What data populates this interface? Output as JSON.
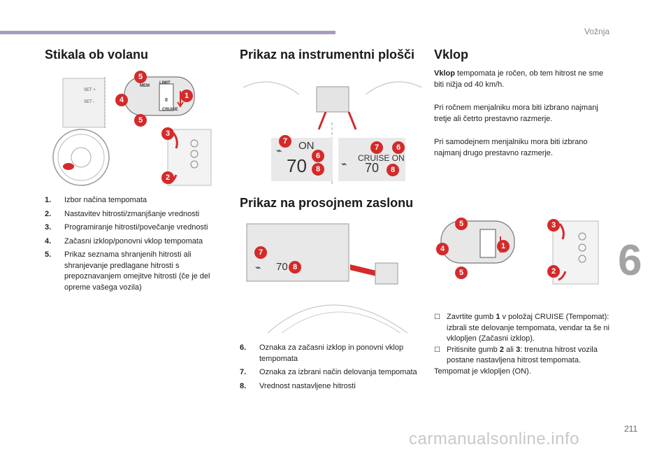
{
  "header": {
    "section": "Vožnja"
  },
  "chapter": "6",
  "page_number": "211",
  "watermark": "carmanualsonline.info",
  "left": {
    "heading": "Stikala ob volanu",
    "items": [
      {
        "num": "1.",
        "text": "Izbor načina tempomata"
      },
      {
        "num": "2.",
        "text": "Nastavitev hitrosti/zmanjšanje vrednosti"
      },
      {
        "num": "3.",
        "text": "Programiranje hitrosti/povečanje vrednosti"
      },
      {
        "num": "4.",
        "text": "Začasni izklop/ponovni vklop tempomata"
      },
      {
        "num": "5.",
        "text": "Prikaz seznama shranjenih hitrosti ali shranjevanje predlagane hitrosti s prepoznavanjem omejitve hitrosti (če je del opreme vašega vozila)"
      }
    ],
    "figure": {
      "labels": [
        "SET +",
        "SET -",
        "MEM",
        "LIMIT",
        "CRUISE",
        "0"
      ],
      "badges": [
        "5",
        "4",
        "5",
        "1",
        "3",
        "2"
      ]
    }
  },
  "middle": {
    "heading1": "Prikaz na instrumentni plošči",
    "heading2": "Prikaz na prosojnem zaslonu",
    "cluster": {
      "left_state": "ON",
      "left_value": "70",
      "right_state": "CRUISE  ON",
      "right_value": "70",
      "badges": [
        "7",
        "6",
        "8",
        "7",
        "6",
        "8"
      ]
    },
    "hud": {
      "value": "70",
      "badges": [
        "7",
        "8"
      ]
    },
    "items": [
      {
        "num": "6.",
        "text": "Oznaka za začasni izklop in ponovni vklop tempomata"
      },
      {
        "num": "7.",
        "text": "Oznaka za izbrani način delovanja tempomata"
      },
      {
        "num": "8.",
        "text": "Vrednost nastavljene hitrosti"
      }
    ]
  },
  "right": {
    "heading": "Vklop",
    "p1_bold": "Vklop",
    "p1_rest": " tempomata je ročen, ob tem hitrost ne sme biti nižja od 40 km/h.",
    "p2": "Pri ročnem menjalniku mora biti izbrano najmanj tretje ali četrto prestavno razmerje.",
    "p3": "Pri samodejnem menjalniku mora biti izbrano najmanj drugo prestavno razmerje.",
    "figure_badges": [
      "5",
      "4",
      "5",
      "1",
      "3",
      "2"
    ],
    "bullet1_a": "Zavrtite gumb ",
    "bullet1_b": "1",
    "bullet1_c": " v položaj CRUISE (Tempomat): izbrali ste delovanje tempomata, vendar ta še ni vklopljen (Začasni izklop).",
    "bullet2_a": "Pritisnite gumb ",
    "bullet2_b": "2",
    "bullet2_c": " ali ",
    "bullet2_d": "3",
    "bullet2_e": ": trenutna hitrost vozila postane nastavljena hitrost tempomata.",
    "closing": "Tempomat je vklopljen (ON)."
  }
}
